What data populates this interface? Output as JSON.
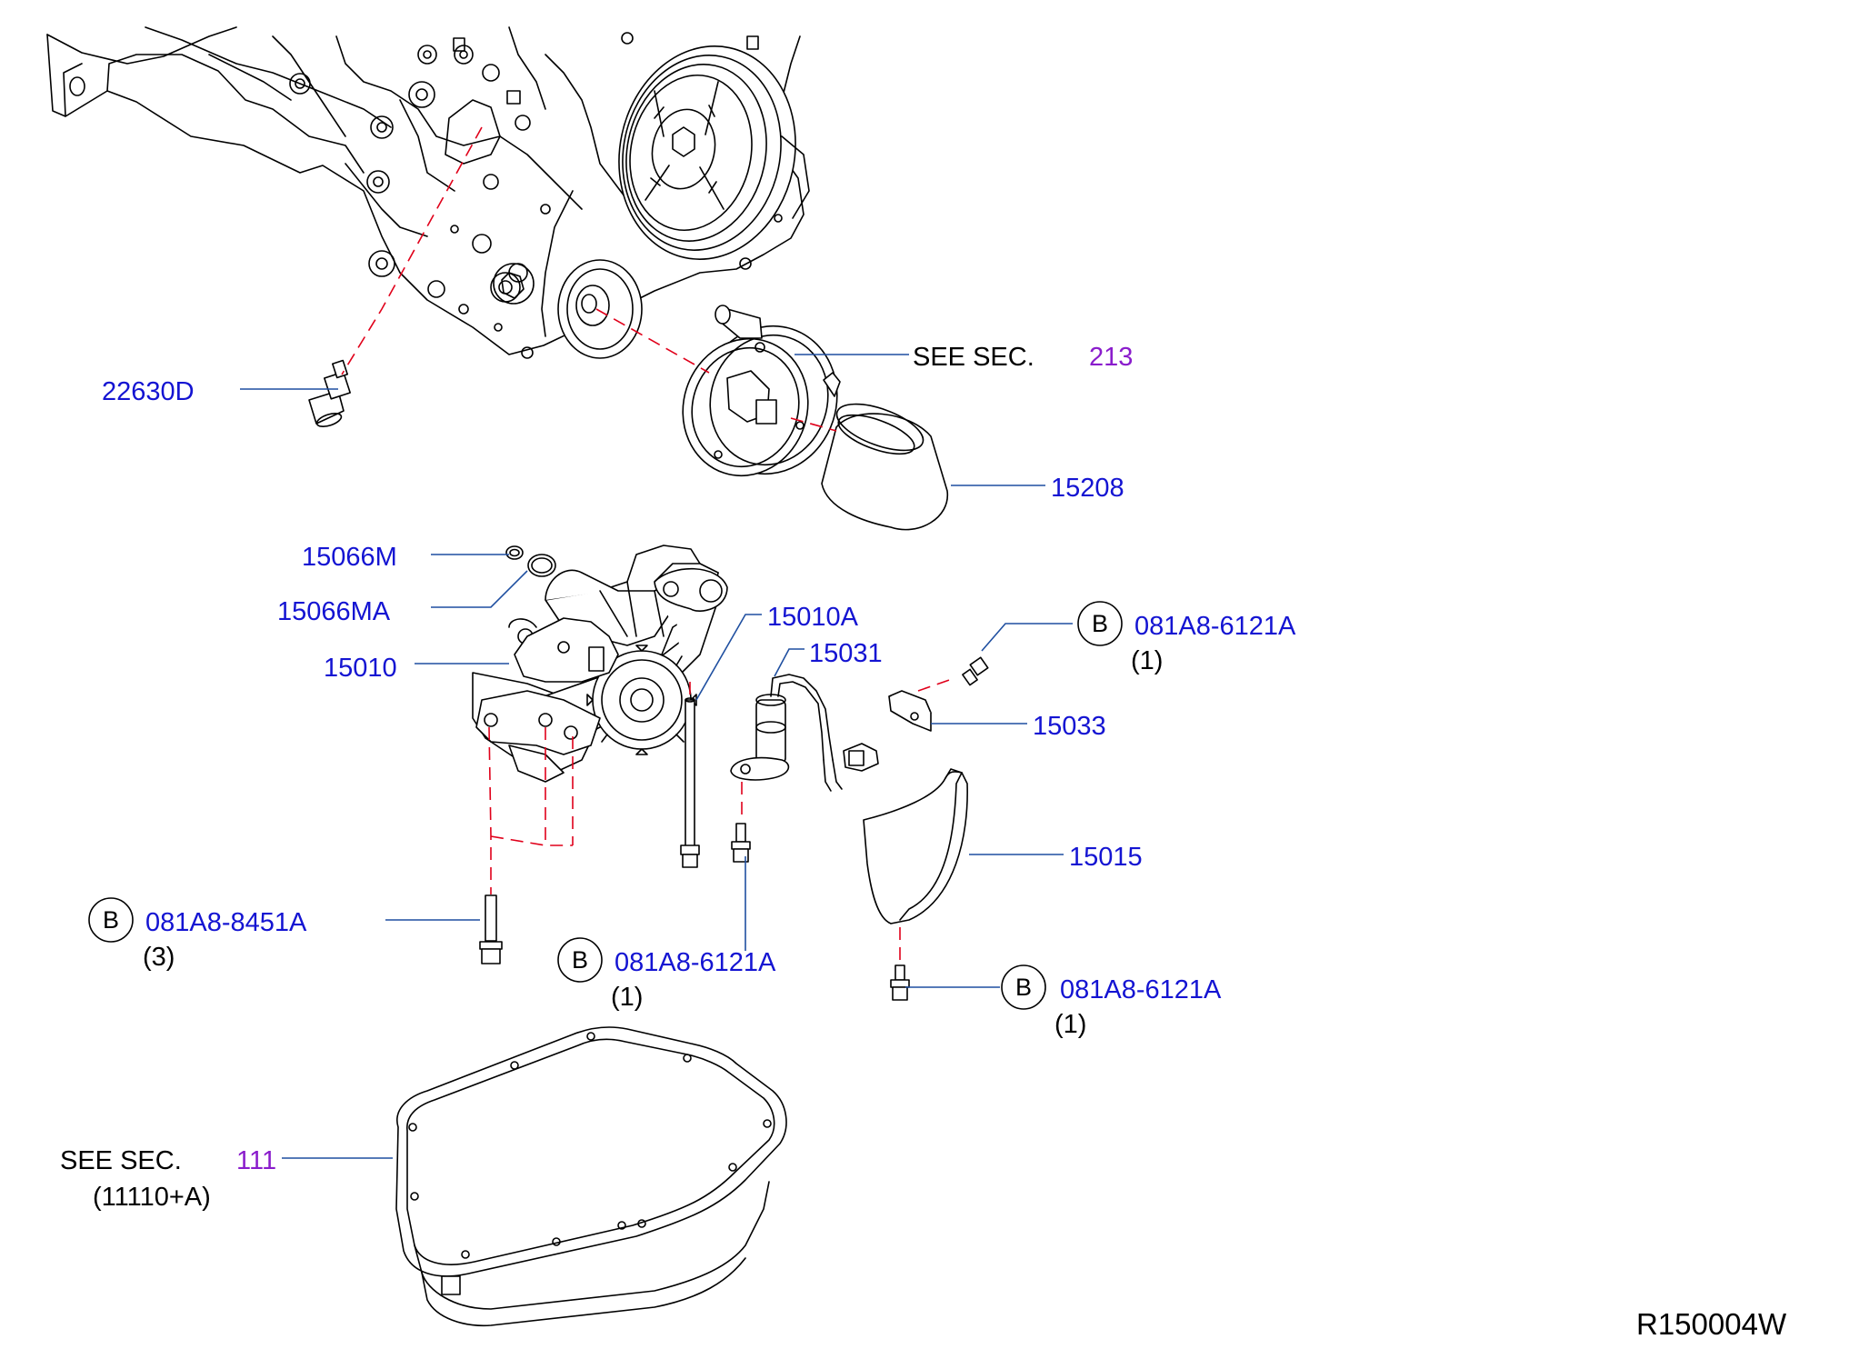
{
  "diagram_id": "R150004W",
  "see_sec_text": "SEE  SEC.",
  "bolt_marker": "B",
  "callouts": {
    "oil_cooler": {
      "sec": "213"
    },
    "sensor": {
      "part": "22630D"
    },
    "filter": {
      "part": "15208"
    },
    "oring_small": {
      "part": "15066M"
    },
    "oring_large": {
      "part": "15066MA"
    },
    "pump": {
      "part": "15010"
    },
    "pump_bolt": {
      "part": "15010A"
    },
    "level_sensor": {
      "part": "15031"
    },
    "bracket_bolt": {
      "part": "081A8-6121A",
      "qty": "(1)"
    },
    "bracket": {
      "part": "15033"
    },
    "pump_bolts": {
      "part": "081A8-8451A",
      "qty": "(3)"
    },
    "sensor_bolt": {
      "part": "081A8-6121A",
      "qty": "(1)"
    },
    "baffle": {
      "part": "15015"
    },
    "baffle_bolt": {
      "part": "081A8-6121A",
      "qty": "(1)"
    },
    "oil_pan": {
      "sec": "111",
      "ref": "(11110+A)"
    }
  },
  "colors": {
    "part_number": "#1414d2",
    "section_ref": "#8a1ccc",
    "leader": "#1f4fa0",
    "dashed": "#e0001a"
  }
}
